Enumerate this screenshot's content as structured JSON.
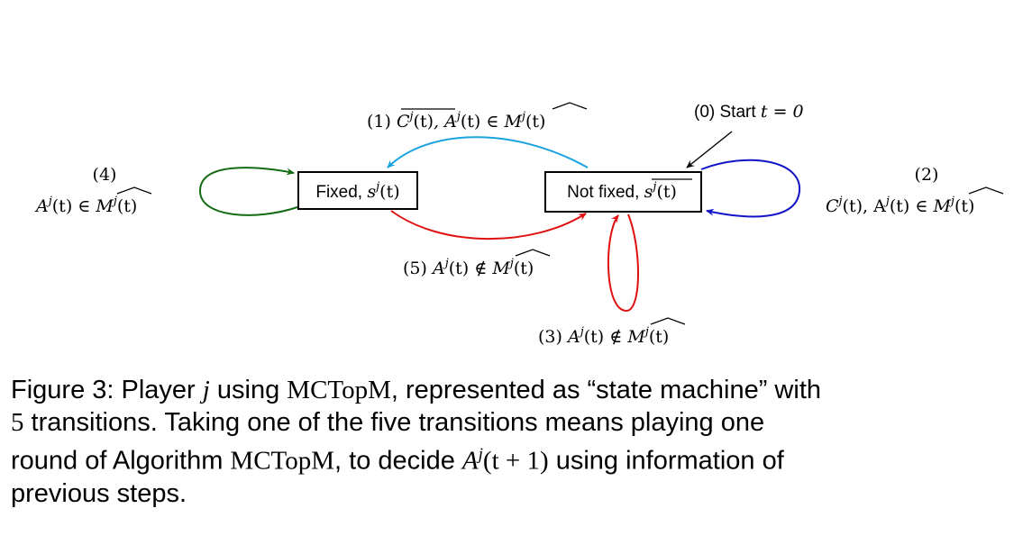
{
  "diagram": {
    "states": {
      "fixed": {
        "text": "Fixed, ",
        "math": "s",
        "sup": "j",
        "arg": "(t)"
      },
      "not_fixed": {
        "text": "Not fixed, ",
        "math": "s",
        "sup": "j",
        "arg": "(t)"
      }
    },
    "start": {
      "label": "(0) Start ",
      "math": "t = 0"
    },
    "transitions": {
      "t1": {
        "num": "(1)",
        "c": "C",
        "sup": "j",
        "t": "(t)",
        "rest_a": ", A",
        "rest_in": "(t)  ∈  ",
        "m": "M",
        "tail": "(t)"
      },
      "t2": {
        "num": "(2)",
        "c": "C",
        "sup": "j",
        "mid": "(t), A",
        "in": "(t) ∈ ",
        "m": "M",
        "tail": "(t)"
      },
      "t3": {
        "num": "(3)",
        "a": "A",
        "sup": "j",
        "notin": "(t) ∉ ",
        "m": "M",
        "tail": "(t)"
      },
      "t4": {
        "num": "(4)",
        "a": "A",
        "sup": "j",
        "in": "(t) ∈ ",
        "m": "M",
        "tail": "(t)"
      },
      "t5": {
        "num": "(5)",
        "a": "A",
        "sup": "j",
        "notin": "(t) ∉ ",
        "m": "M",
        "tail": "(t)"
      }
    },
    "colors": {
      "t1": "#1aa3e0",
      "t2": "#1313c8",
      "t3": "#e01010",
      "t4": "#136b13",
      "t5": "#e01010",
      "start": "#000000"
    }
  },
  "caption": {
    "figure": "Figure 3: Player ",
    "player": "j",
    "using": " using ",
    "alg1": "MCTopM",
    "rep": ", represented as “state machine” with",
    "line2_num": "5",
    "line2": " transitions. Taking one of the five transitions means playing one",
    "line3a": "round of Algorithm ",
    "alg2": "MCTopM",
    "line3b": ", to decide ",
    "a": "A",
    "sup": "j",
    "arg": "(t + 1)",
    "line3c": " using information of",
    "line4": "previous steps."
  }
}
